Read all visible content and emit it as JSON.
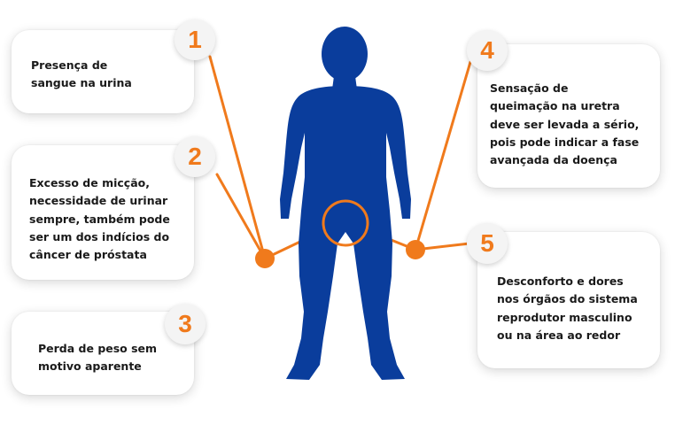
{
  "colors": {
    "accent": "#f07a1c",
    "body": "#0a3d9c",
    "text": "#1a1a1a",
    "card_bg": "#ffffff",
    "badge_bg": "#f4f4f4"
  },
  "figure": {
    "icon": "human-body-silhouette-icon"
  },
  "items": [
    {
      "number": "1",
      "text": "Presença de\nsangue na urina"
    },
    {
      "number": "2",
      "text": "Excesso de micção,\nnecessidade de urinar\nsempre, também pode\nser um dos indícios do\ncâncer de próstata"
    },
    {
      "number": "3",
      "text": "Perda de peso sem\nmotivo aparente"
    },
    {
      "number": "4",
      "text": "Sensação de\nqueimação na uretra\ndeve ser levada a sério,\npois pode indicar a fase\navançada da doença"
    },
    {
      "number": "5",
      "text": "Desconforto e dores\nnos órgãos do sistema\nreprodutor masculino\nou na área ao redor"
    }
  ]
}
